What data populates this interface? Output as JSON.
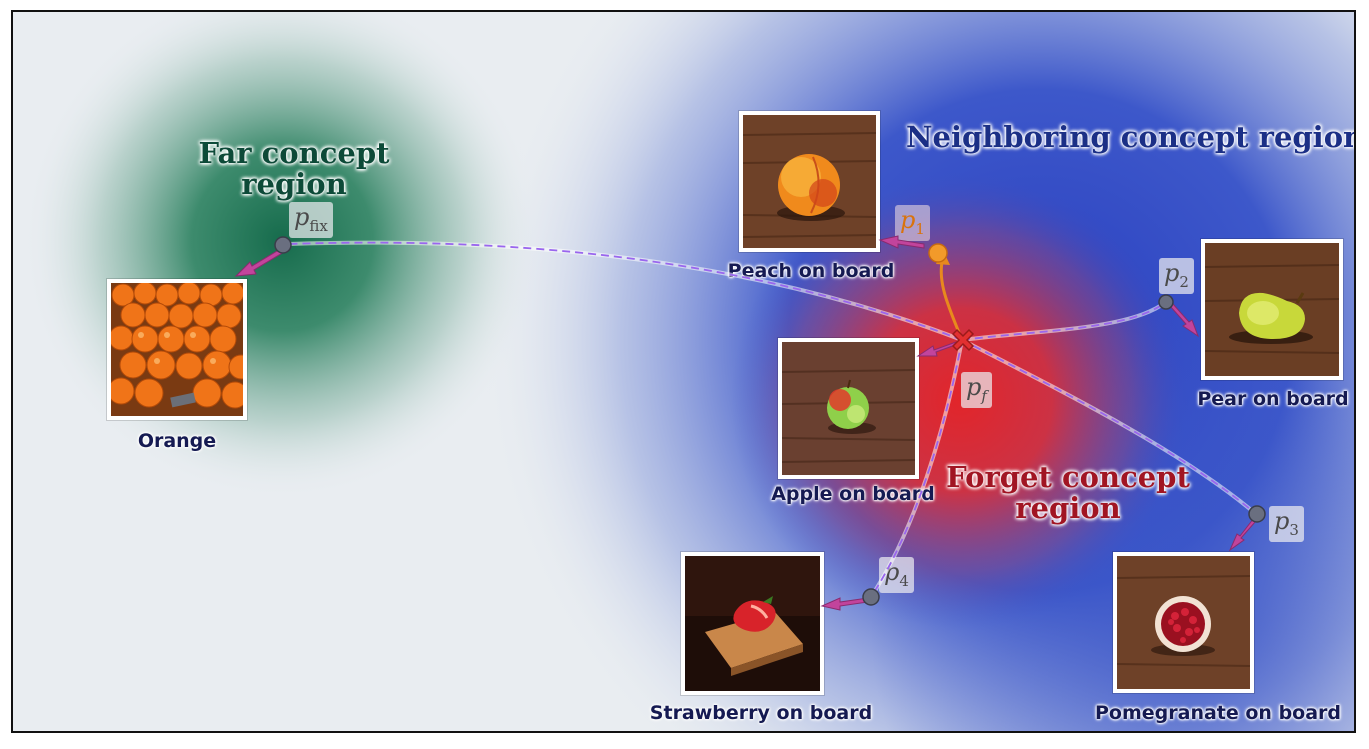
{
  "regions": {
    "far": {
      "line1": "Far concept",
      "line2": "region"
    },
    "neighboring": {
      "title": "Neighboring concept region"
    },
    "forget": {
      "line1": "Forget concept",
      "line2": "region"
    }
  },
  "concepts": {
    "orange": {
      "caption": "Orange"
    },
    "peach": {
      "caption": "Peach on board"
    },
    "pear": {
      "caption": "Pear on board"
    },
    "apple": {
      "caption": "Apple on board"
    },
    "strawberry": {
      "caption": "Strawberry on board"
    },
    "pomegranate": {
      "caption": "Pomegranate on board"
    }
  },
  "points": {
    "p_fix": {
      "base": "p",
      "sub": "fix"
    },
    "p_1": {
      "base": "p",
      "sub": "1"
    },
    "p_2": {
      "base": "p",
      "sub": "2"
    },
    "p_3": {
      "base": "p",
      "sub": "3"
    },
    "p_4": {
      "base": "p",
      "sub": "4"
    },
    "p_f": {
      "base": "p",
      "sub": "f"
    }
  },
  "colors": {
    "far_region": "#1f7a56",
    "neighbor_region": "#2a44c4",
    "forget_region": "#e02a2a",
    "trajectory": "#9a66ee",
    "push_arrow": "#c2449c",
    "orange_path": "#e8891d"
  }
}
